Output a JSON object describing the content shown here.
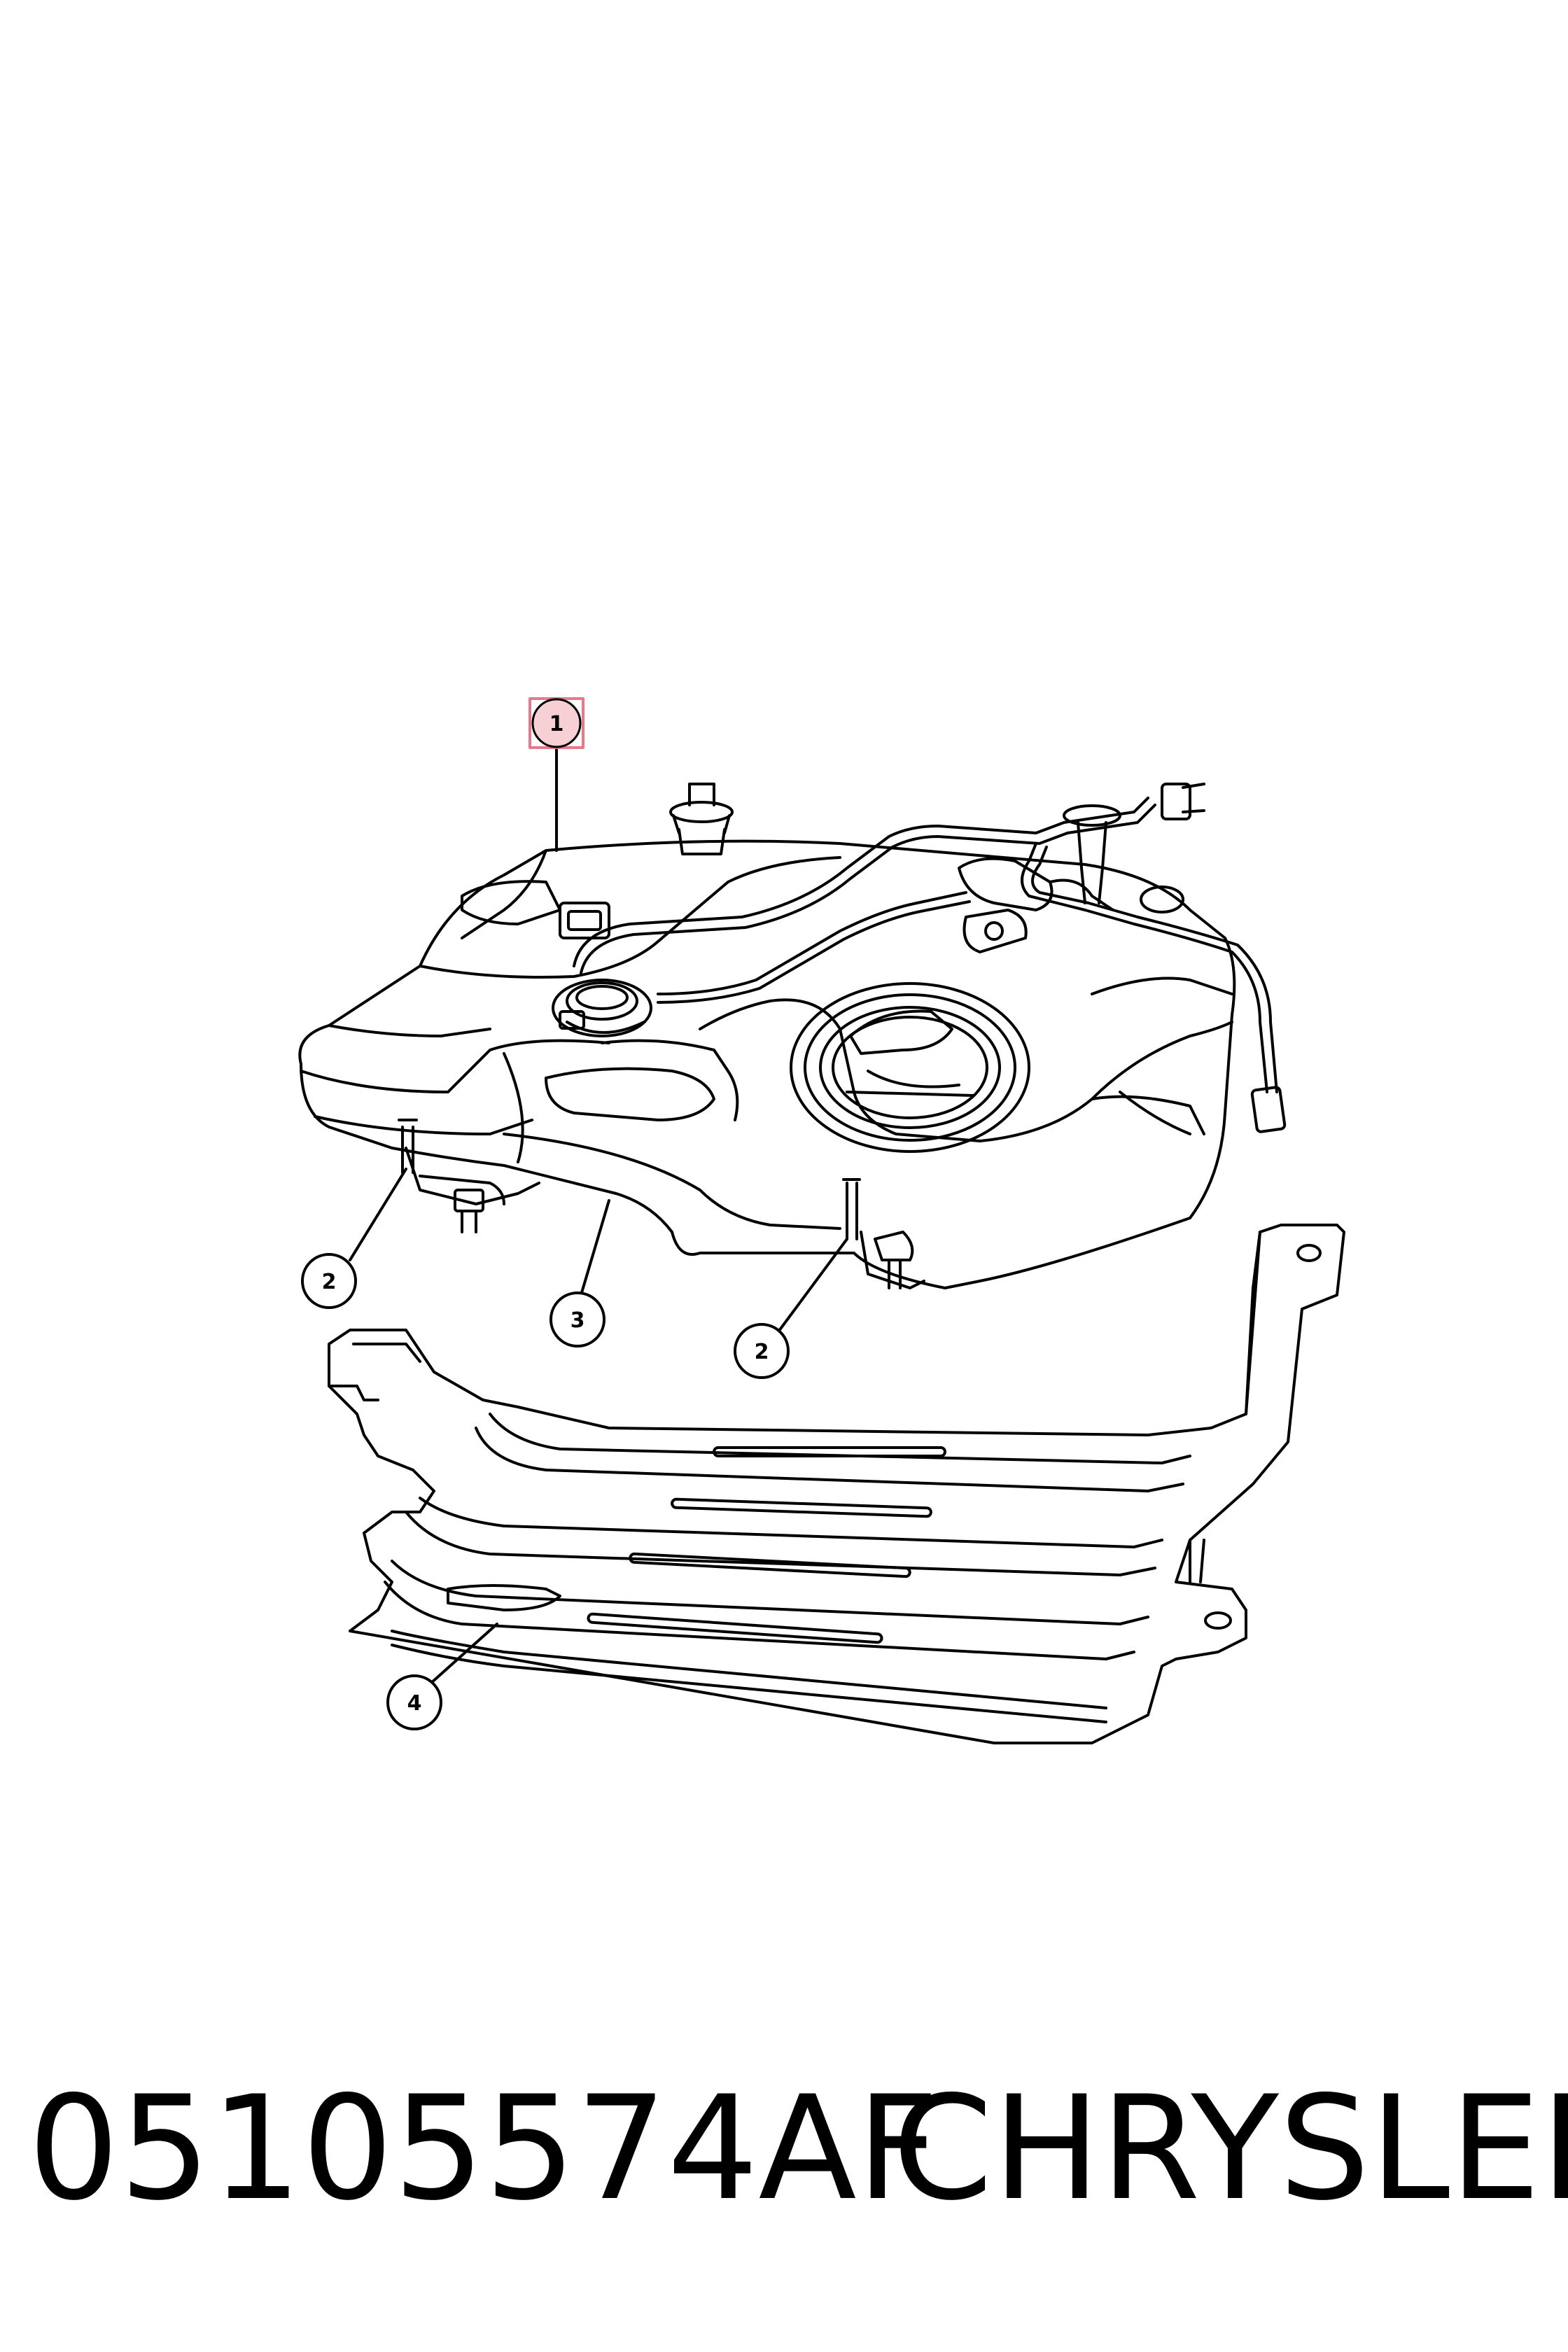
{
  "callouts": [
    {
      "id": "1",
      "label": "1",
      "highlight_color": "#e8788a"
    },
    {
      "id": "2a",
      "label": "2"
    },
    {
      "id": "3",
      "label": "3"
    },
    {
      "id": "2b",
      "label": "2"
    },
    {
      "id": "4",
      "label": "4"
    }
  ],
  "caption": {
    "part_number": "05105574AF",
    "brand": "CHRYSLER"
  }
}
